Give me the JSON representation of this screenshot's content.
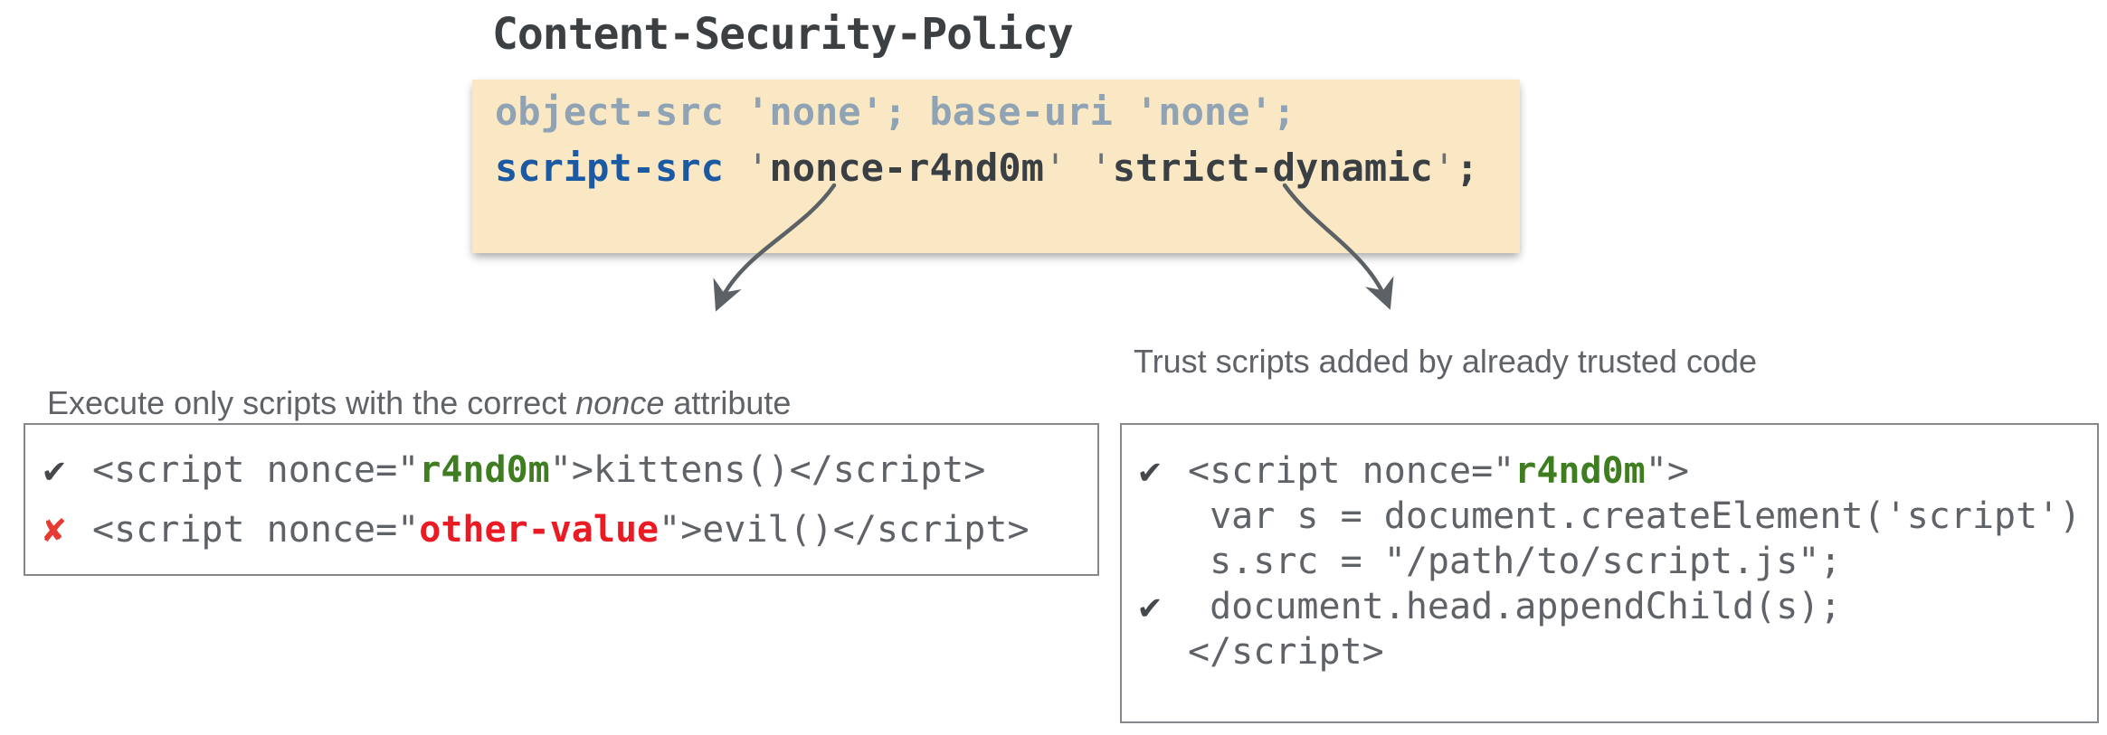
{
  "title": "Content-Security-Policy",
  "icons": {
    "check": "✔",
    "cross": "✘"
  },
  "colors": {
    "policy_background": "#f9e8c3",
    "muted_directive": "#8fa3b4",
    "script_src_blue": "#1b5aa2",
    "policy_value_dark": "#3a3f44",
    "code_gray": "#5f6368",
    "nonce_green": "#3e7d20",
    "bad_value_red": "#ea1b23",
    "cross_red": "#e63b32",
    "check_dark": "#45494d",
    "arrow_gray": "#5c6166",
    "box_border": "#85898c"
  },
  "policy": {
    "line1": [
      {
        "t": "object-src 'none'; base-uri 'none';",
        "cls": "muted"
      }
    ],
    "line2": [
      {
        "t": "script-src",
        "cls": "blue"
      },
      {
        "t": " ",
        "cls": "dark"
      },
      {
        "t": "'",
        "cls": "quote"
      },
      {
        "t": "nonce-r4nd0m",
        "cls": "dark"
      },
      {
        "t": "' '",
        "cls": "quote"
      },
      {
        "t": "strict-dynamic",
        "cls": "dark"
      },
      {
        "t": "'",
        "cls": "quote"
      },
      {
        "t": ";",
        "cls": "dark"
      }
    ]
  },
  "annotations": {
    "left": {
      "prefix": "Execute only scripts with the correct ",
      "emphasis": "nonce",
      "suffix": " attribute"
    },
    "right": "Trust scripts added by already trusted code"
  },
  "left_box": {
    "lines": [
      {
        "mark": "check",
        "segments": [
          {
            "t": "<script nonce=\"",
            "cls": "code"
          },
          {
            "t": "r4nd0m",
            "cls": "green"
          },
          {
            "t": "\">kittens()</script>",
            "cls": "code"
          }
        ]
      },
      {
        "mark": "cross",
        "segments": [
          {
            "t": "<script nonce=\"",
            "cls": "code"
          },
          {
            "t": "other-value",
            "cls": "red"
          },
          {
            "t": "\">evil()</script>",
            "cls": "code"
          }
        ]
      }
    ]
  },
  "right_box": {
    "lines": [
      {
        "mark": "check",
        "segments": [
          {
            "t": "<script nonce=\"",
            "cls": "code"
          },
          {
            "t": "r4nd0m",
            "cls": "green"
          },
          {
            "t": "\">",
            "cls": "code"
          }
        ]
      },
      {
        "mark": "",
        "segments": [
          {
            "t": " var s = document.createElement('script')",
            "cls": "code"
          }
        ]
      },
      {
        "mark": "",
        "segments": [
          {
            "t": " s.src = \"/path/to/script.js\";",
            "cls": "code"
          }
        ]
      },
      {
        "mark": "check",
        "segments": [
          {
            "t": " document.head.appendChild(s);",
            "cls": "code"
          }
        ]
      },
      {
        "mark": "",
        "segments": [
          {
            "t": "</script>",
            "cls": "code"
          }
        ]
      }
    ]
  }
}
